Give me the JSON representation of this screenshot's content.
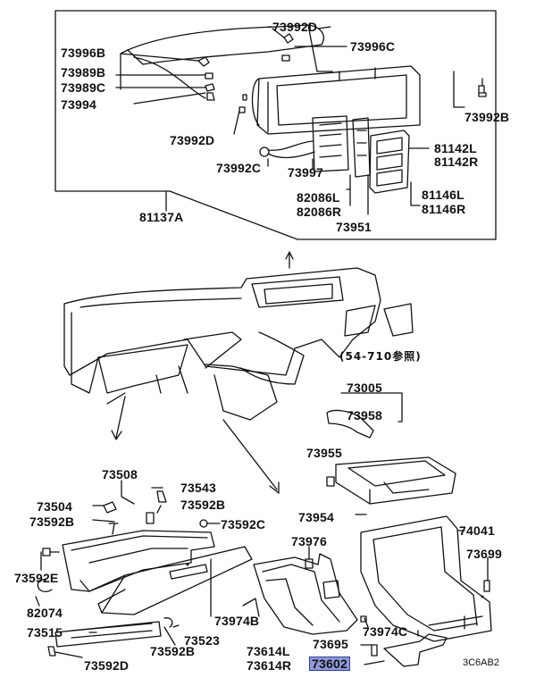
{
  "diagram": {
    "parts": {
      "p73992D_top": "73992D",
      "p73996B": "73996B",
      "p73996C": "73996C",
      "p73989B": "73989B",
      "p73989C": "73989C",
      "p73994": "73994",
      "p73992B_top": "73992B",
      "p73992D_mid": "73992D",
      "p81142L": "81142L",
      "p81142R": "81142R",
      "p73992C_top": "73992C",
      "p73997": "73997",
      "p82086L": "82086L",
      "p82086R": "82086R",
      "p81146L": "81146L",
      "p81146R": "81146R",
      "p81137A": "81137A",
      "p73951": "73951",
      "p73005": "73005",
      "p73958": "73958",
      "p73955": "73955",
      "p73508": "73508",
      "p73543": "73543",
      "p73504": "73504",
      "p73592B_a": "73592B",
      "p73592B_b": "73592B",
      "p73592C": "73592C",
      "p73954": "73954",
      "p74041": "74041",
      "p73976": "73976",
      "p73699": "73699",
      "p73592E": "73592E",
      "p82074": "82074",
      "p73974B": "73974B",
      "p73515": "73515",
      "p73523": "73523",
      "p73974C": "73974C",
      "p73614L": "73614L",
      "p73614R": "73614R",
      "p73695": "73695",
      "p73592D": "73592D",
      "p73592B_c": "73592B",
      "p73602": "73602"
    },
    "reference_note": "(54-710参照)",
    "drawing_code": "3C6AB2",
    "highlight_color": "#8f9ad9"
  }
}
